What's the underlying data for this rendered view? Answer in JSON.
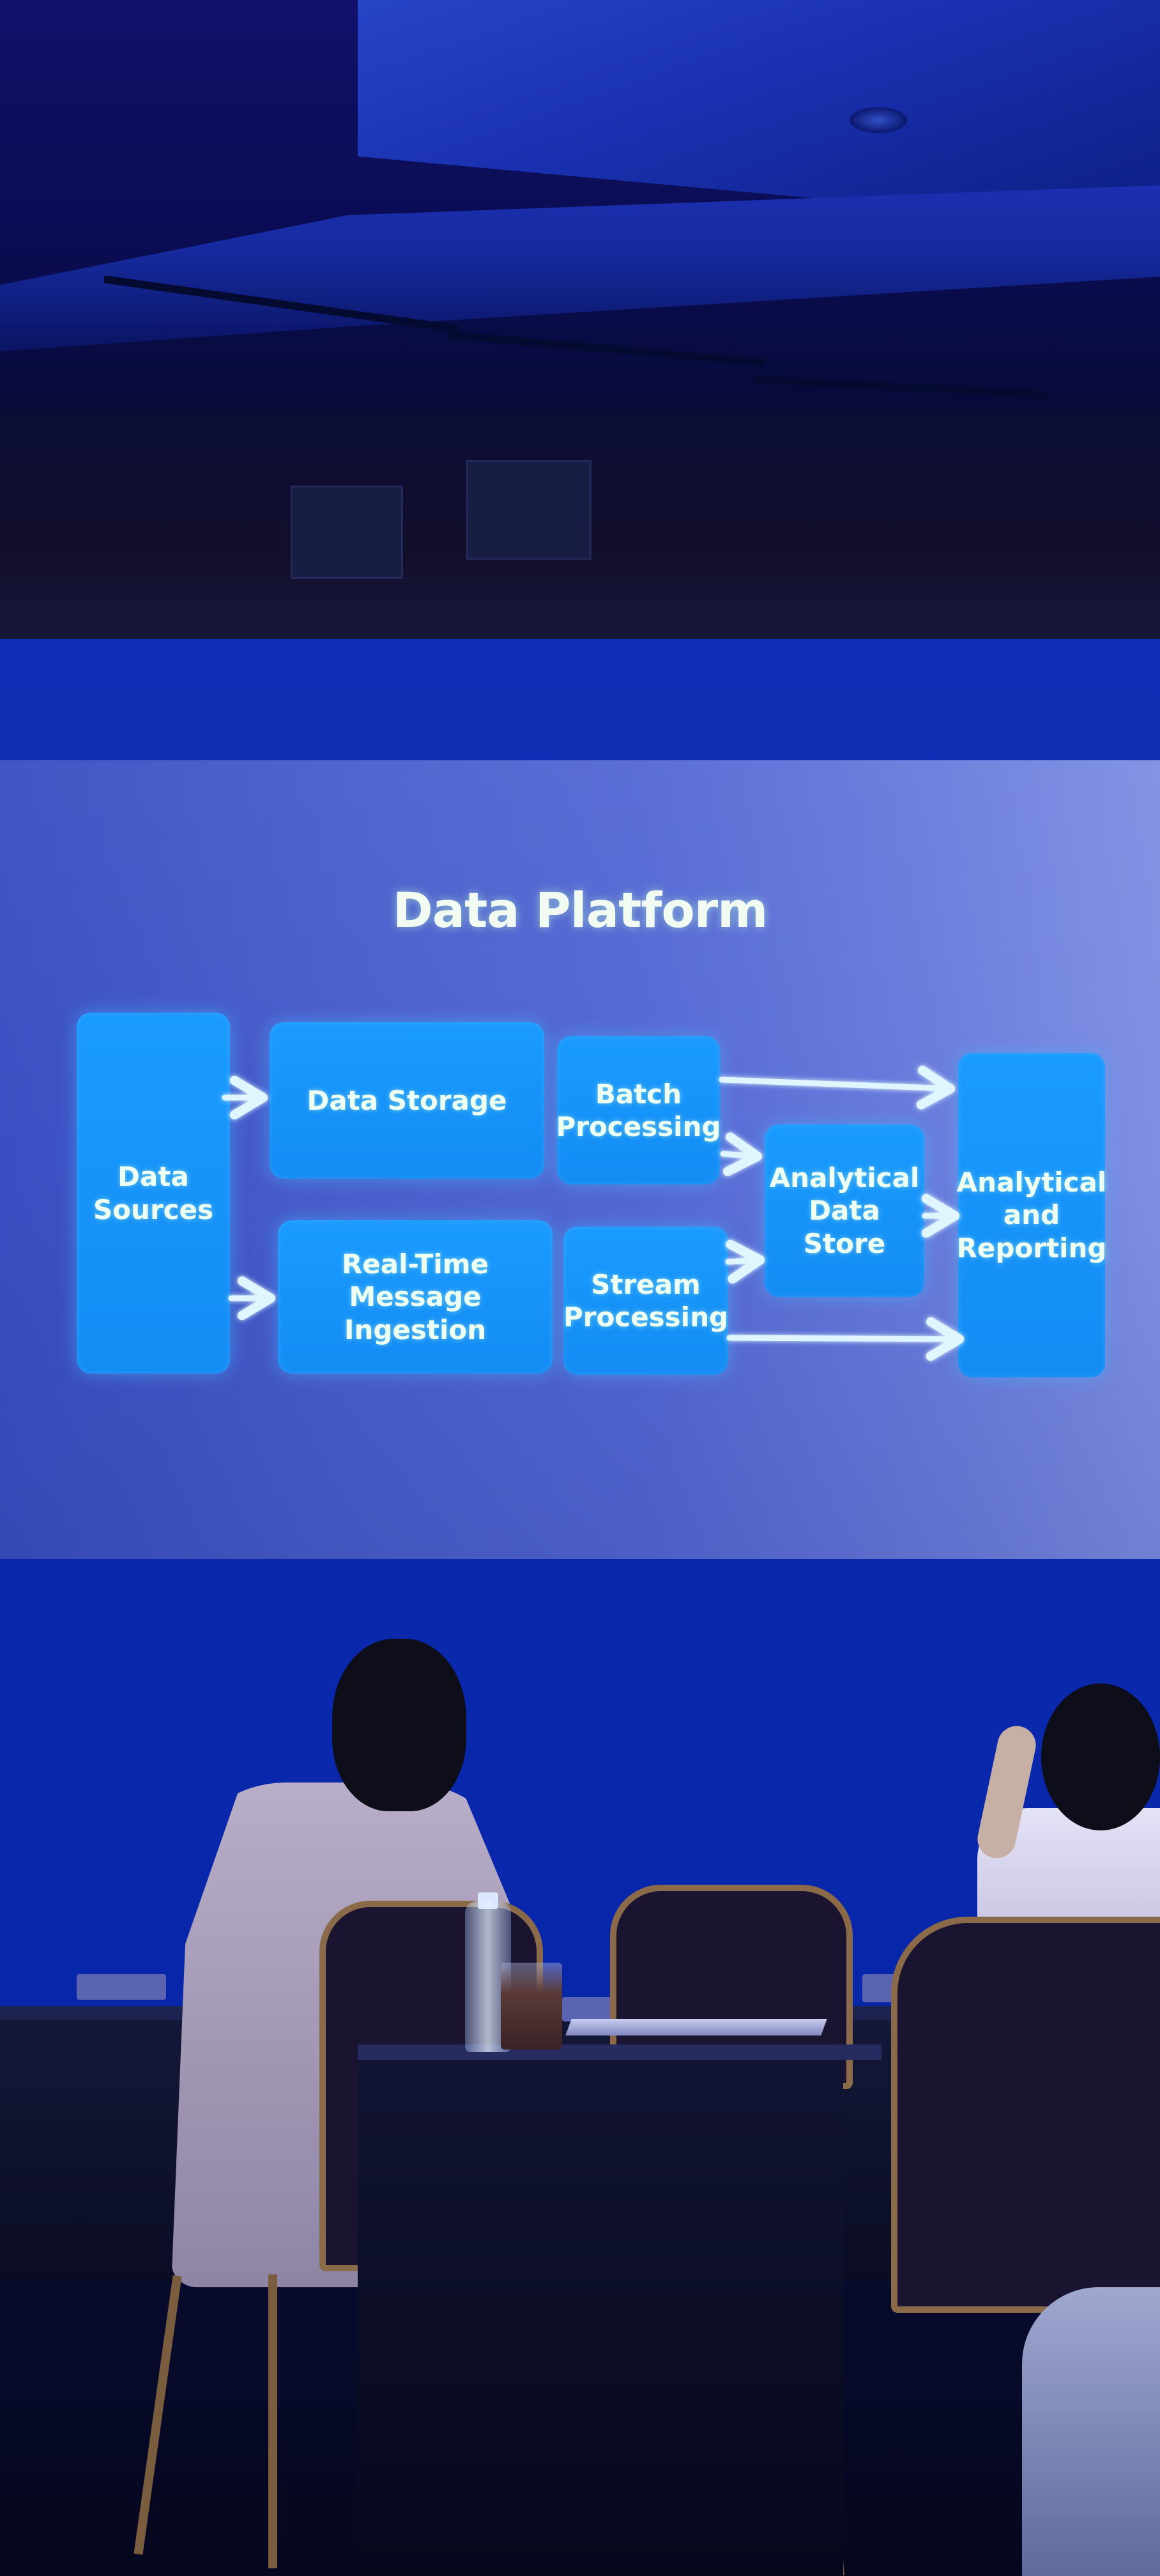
{
  "slide": {
    "title": "Data Platform",
    "boxes": {
      "data_sources": "Data\nSources",
      "data_storage": "Data Storage",
      "batch_processing": "Batch\nProcessing",
      "realtime_ingestion": "Real-Time\nMessage Ingestion",
      "stream_processing": "Stream\nProcessing",
      "analytical_data_store": "Analytical\nData Store",
      "analytical_reporting": "Analytical\nand\nReporting"
    }
  },
  "colors": {
    "box_fill": "#1a9bff",
    "box_text": "#ecfff2",
    "arrow": "#dff6ff",
    "wall": "#0b2ab0",
    "screen": "#5568d4"
  }
}
